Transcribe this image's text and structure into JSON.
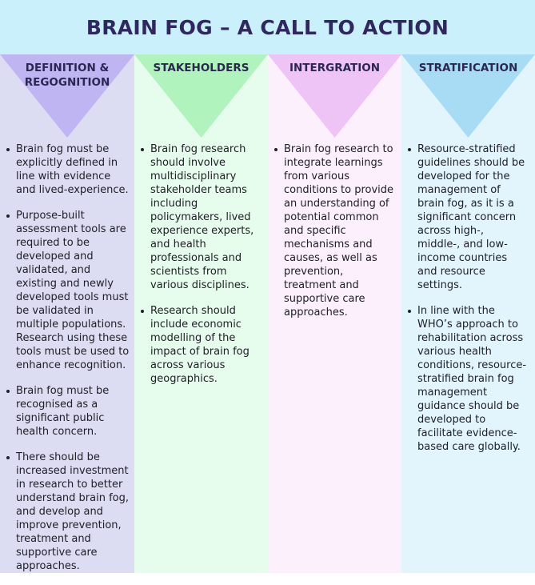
{
  "title": "BRAIN FOG – A CALL TO ACTION",
  "colors": {
    "title_band": "#c9f0fb",
    "title_text": "#2e2760",
    "triangle_1": "#bfb5f2",
    "triangle_2": "#b0f3bd",
    "triangle_3": "#eec3f5",
    "triangle_4": "#a8dcf5"
  },
  "columns": [
    {
      "heading": "DEFINITION & REGOGNITION",
      "bullets": [
        "Brain fog must be explicitly defined in line with evidence and lived-experience.",
        "Purpose-built assessment tools are required to be developed and validated, and existing and newly developed tools must be validated in multiple populations. Research using these tools must be used to enhance recognition.",
        "Brain fog must be recognised as a significant public health concern.",
        "There should be increased investment in research to better understand brain fog, and develop and improve prevention, treatment and supportive care approaches."
      ]
    },
    {
      "heading": "STAKEHOLDERS",
      "bullets": [
        "Brain fog research should involve multidisciplinary stakeholder teams including policymakers, lived experience experts, and health professionals and scientists from various disciplines.",
        "Research should include economic modelling of the impact of brain fog across various geographics."
      ]
    },
    {
      "heading": "INTERGRATION",
      "bullets": [
        "Brain fog research to integrate learnings from various conditions to provide an understanding of potential common and specific mechanisms and causes, as well as prevention, treatment and supportive care approaches."
      ]
    },
    {
      "heading": "STRATIFICATION",
      "bullets": [
        "Resource-stratified guidelines should be developed for the management of brain fog, as it is a significant concern across high-, middle-, and low-income countries and resource settings.",
        "In line with the WHO’s approach to rehabilitation across various health conditions, resource-stratified brain fog management guidance should be developed to facilitate evidence-based care globally."
      ]
    }
  ]
}
